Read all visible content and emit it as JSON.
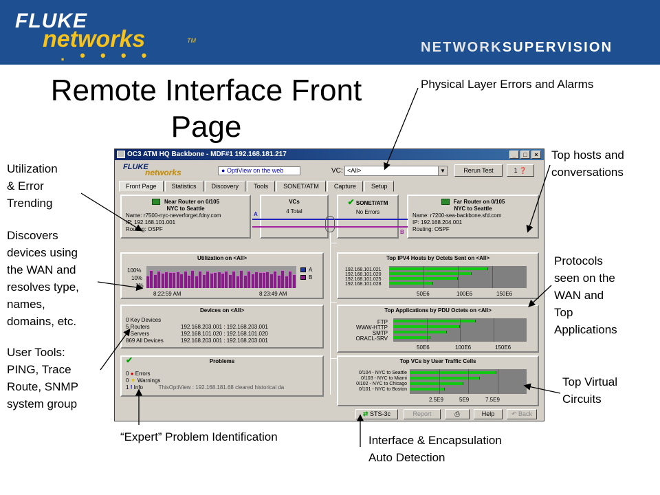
{
  "banner": {
    "brand_top": "FLUKE",
    "brand_bottom": "networks",
    "brand_tm": "TM",
    "brand_dots": ". • • • •",
    "tagline_a": "NETWORK",
    "tagline_b": "SUPERVISION",
    "colors": {
      "banner_bg": "#1d4f91",
      "brand_yellow": "#f6c21c"
    }
  },
  "slide": {
    "title_line1": "Remote Interface Front",
    "title_line2": "Page"
  },
  "annotations": {
    "physical_layer": "Physical Layer Errors and Alarms",
    "top_hosts": [
      "Top hosts and",
      "conversations"
    ],
    "utilization": [
      "Utilization",
      "& Error",
      "Trending"
    ],
    "discovers": [
      "Discovers",
      "devices using",
      "the WAN and",
      "resolves type,",
      "names,",
      "domains, etc."
    ],
    "user_tools": [
      "User Tools:",
      "PING, Trace",
      "Route, SNMP",
      "system group"
    ],
    "protocols": [
      "Protocols",
      "seen on the",
      "WAN and",
      "Top",
      "Applications"
    ],
    "top_virtual": [
      "Top Virtual",
      "Circuits"
    ],
    "expert": "“Expert” Problem Identification",
    "interface": [
      "Interface & Encapsulation",
      "Auto Detection"
    ]
  },
  "app": {
    "window_title": "OC3 ATM HQ Backbone - MDF#1  192.168.181.217",
    "window_buttons": [
      "_",
      "□",
      "×"
    ],
    "logo_top": "FLUKE",
    "logo_bottom": "networks",
    "optiview_link": "OptiView on the web",
    "vc_label": "VC:",
    "vc_value": "<All>",
    "rerun_label": "Rerun Test",
    "count_label": "1",
    "tabs": [
      "Front Page",
      "Statistics",
      "Discovery",
      "Tools",
      "SONET/ATM",
      "Capture",
      "Setup"
    ],
    "near_router": {
      "title": "Near Router on 0/105",
      "subtitle": "NYC to Seattle",
      "name": "Name: r7500-nyc-neverforget.fdny.com",
      "ip": "IP: 192.168.101.001",
      "routing": "Routing: OSPF"
    },
    "vcs": {
      "title": "VCs",
      "value": "4 Total"
    },
    "sonet": {
      "title": "SONET/ATM",
      "value": "No Errors"
    },
    "far_router": {
      "title": "Far Router on 0/105",
      "subtitle": "NYC to Seattle",
      "name": "Name: r7200-sea-backbone.sfd.com",
      "ip": "IP: 192.168.204.001",
      "routing": "Routing: OSPF"
    },
    "link_labels": {
      "a": "A",
      "b": "B"
    },
    "utilization": {
      "title": "Utilization on <All>",
      "y_labels": [
        "100%",
        "10%",
        "1%"
      ],
      "legend": [
        "A",
        "B"
      ],
      "times": [
        "8:22:59 AM",
        "8:23:49 AM"
      ]
    },
    "devices": {
      "title": "Devices on <All>",
      "rows": [
        {
          "label": "0 Key Devices",
          "range": ""
        },
        {
          "label": "5 Routers",
          "range": "192.168.203.001 : 192.168.203.001"
        },
        {
          "label": "4 Servers",
          "range": "192.168.101.020 : 192.168.101.020"
        },
        {
          "label": "869 All Devices",
          "range": "192.168.203.001 : 192.168.203.001"
        }
      ]
    },
    "problems": {
      "title": "Problems",
      "rows": [
        {
          "count": "0",
          "label": "Errors",
          "msg": ""
        },
        {
          "count": "0",
          "label": "Warnings",
          "msg": ""
        },
        {
          "count": "1",
          "label": "Info",
          "msg": "ThisOptiView : 192.168.181.68 cleared historical da"
        }
      ]
    },
    "top_hosts": {
      "title": "Top IPV4 Hosts by Octets Sent on <All>",
      "labels": [
        "192.168.101.021",
        "192.168.101.020",
        "192.168.101.025",
        "192.168.101.028"
      ],
      "values": [
        0.72,
        0.6,
        0.5,
        0.32
      ],
      "ticks": [
        "50E6",
        "100E6",
        "150E6"
      ]
    },
    "top_apps": {
      "title": "Top Applications by PDU Octets on <All>",
      "labels": [
        "FTP",
        "WWW-HTTP",
        "SMTP",
        "ORACL-SRV"
      ],
      "values": [
        0.62,
        0.5,
        0.4,
        0.28
      ],
      "ticks": [
        "50E6",
        "100E6",
        "150E6"
      ]
    },
    "top_vcs": {
      "title": "Top VCs by User Traffic Cells",
      "labels": [
        "0/104 - NYC to Seattle",
        "0/103 - NYC to Miami",
        "0/102 - NYC to Chicago",
        "0/101 - NYC to Boston"
      ],
      "values": [
        0.74,
        0.6,
        0.46,
        0.3
      ],
      "ticks": [
        "2.5E9",
        "5E9",
        "7.5E9"
      ]
    },
    "status": {
      "interface": "STS-3c",
      "report": "Report",
      "print_icon": "printer-icon",
      "help": "Help",
      "back": "Back"
    },
    "colors": {
      "bar_green": "#12c812",
      "util_a": "#1a3aa0",
      "util_b": "#8c1a8c",
      "link_a": "#2020c0",
      "link_b": "#a020a0"
    }
  }
}
